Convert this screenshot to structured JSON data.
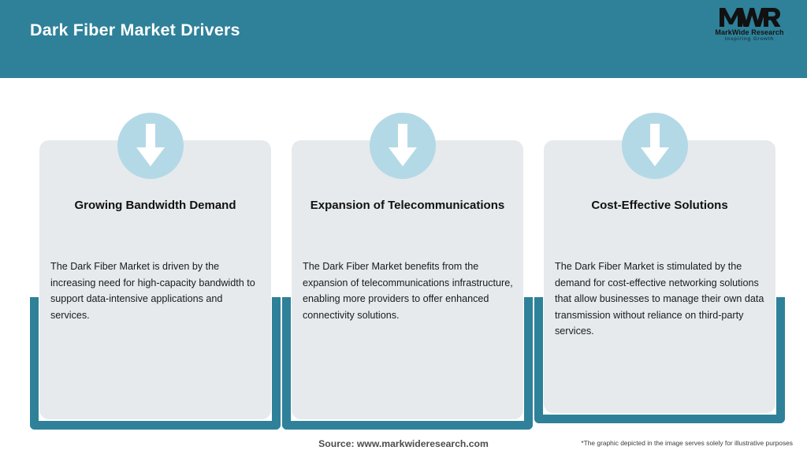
{
  "header": {
    "title": "Dark Fiber Market Drivers",
    "background_color": "#2e8199",
    "title_color": "#ffffff"
  },
  "logo": {
    "mark": "MWR",
    "name": "MarkWide Research",
    "tagline": "Inspiring Growth",
    "icon": "mwr-monogram-icon"
  },
  "theme": {
    "accent_teal": "#2e8199",
    "card_background": "#e6eaec",
    "icon_circle": "#b3d9e6",
    "arrow_color": "#ffffff",
    "page_background": "#ffffff"
  },
  "cards": [
    {
      "icon": "arrow-down-icon",
      "title": "Growing Bandwidth Demand",
      "body": "The Dark Fiber Market is driven by the increasing need for high-capacity bandwidth to support data-intensive applications and services."
    },
    {
      "icon": "arrow-down-icon",
      "title": "Expansion of Telecommunications",
      "body": "The Dark Fiber Market benefits from the expansion of telecommunications infrastructure, enabling more providers to offer enhanced connectivity solutions."
    },
    {
      "icon": "arrow-down-icon",
      "title": "Cost-Effective Solutions",
      "body": "The Dark Fiber Market is stimulated by the demand for cost-effective networking solutions that allow businesses to manage their own data transmission without reliance on third-party services."
    }
  ],
  "footer": {
    "source": "Source: www.markwideresearch.com",
    "disclaimer": "*The graphic depicted in the image serves solely for illustrative purposes"
  }
}
